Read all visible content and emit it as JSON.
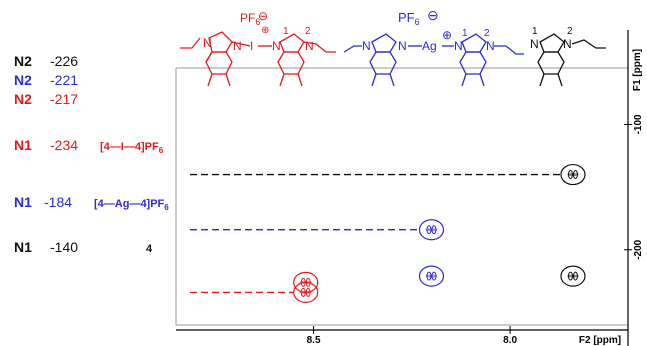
{
  "colors": {
    "red": "#e31a1c",
    "blue": "#2b2bd6",
    "black": "#111111",
    "frame": "#999999"
  },
  "shifts": [
    {
      "label": "N2",
      "value": "-226",
      "color": "black"
    },
    {
      "label": "N2",
      "value": "-221",
      "color": "blue"
    },
    {
      "label": "N2",
      "value": "-217",
      "color": "red"
    }
  ],
  "rows": [
    {
      "label": "N1",
      "value": "-234",
      "color": "red",
      "compound": "[4—I—4]PF",
      "sub": "6",
      "f1": -234,
      "peak_f2": 8.52
    },
    {
      "label": "N1",
      "value": "-184",
      "color": "blue",
      "compound": "[4—Ag—4]PF",
      "sub": "6",
      "f1": -184,
      "peak_f2": 8.2
    },
    {
      "label": "N1",
      "value": "-140",
      "color": "black",
      "compound": "4",
      "sub": "",
      "f1": -140,
      "peak_f2": 7.84
    }
  ],
  "structures": {
    "red": {
      "anion": "PF",
      "anion_sub": "6",
      "center_atom": "I",
      "n1": "1",
      "n2": "2",
      "atom": "N"
    },
    "blue": {
      "anion": "PF",
      "anion_sub": "6",
      "center_atom": "Ag",
      "n1": "1",
      "n2": "2",
      "atom": "N"
    },
    "black": {
      "n1": "1",
      "n2": "2",
      "atom": "N"
    }
  },
  "chart_data": {
    "type": "scatter",
    "xlabel": "F2 [ppm]",
    "ylabel": "F1 [ppm]",
    "x_ticks": [
      8.5,
      8.0
    ],
    "y_ticks": [
      -200,
      -100
    ],
    "xlim": [
      8.85,
      7.7
    ],
    "ylim": [
      -260,
      -55
    ],
    "series": [
      {
        "color": "red",
        "points": [
          {
            "x": 8.52,
            "y": -234
          },
          {
            "x": 8.52,
            "y": -226
          }
        ]
      },
      {
        "color": "blue",
        "points": [
          {
            "x": 8.2,
            "y": -221
          },
          {
            "x": 8.2,
            "y": -184
          }
        ]
      },
      {
        "color": "black",
        "points": [
          {
            "x": 7.84,
            "y": -221
          },
          {
            "x": 7.84,
            "y": -140
          }
        ]
      }
    ]
  }
}
